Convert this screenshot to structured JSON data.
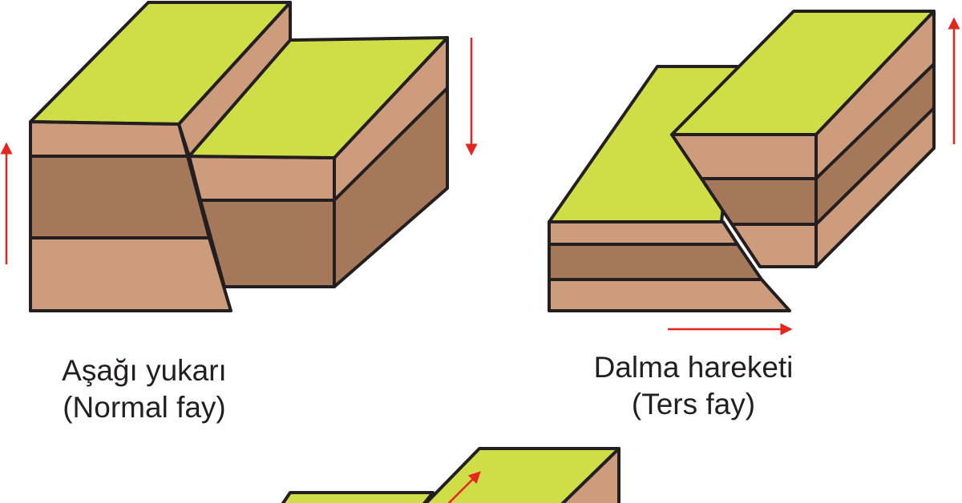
{
  "colors": {
    "surface": "#cfdd46",
    "light_layer": "#cd9c7c",
    "dark_layer": "#a6785a",
    "outline": "#231f20",
    "arrow": "#e5261f"
  },
  "diagrams": [
    {
      "title": "Aşağı yukarı",
      "subtitle": "(Normal fay)"
    },
    {
      "title": "Dalma hareketi",
      "subtitle": "(Ters fay)"
    },
    {
      "title": "",
      "subtitle": ""
    }
  ]
}
